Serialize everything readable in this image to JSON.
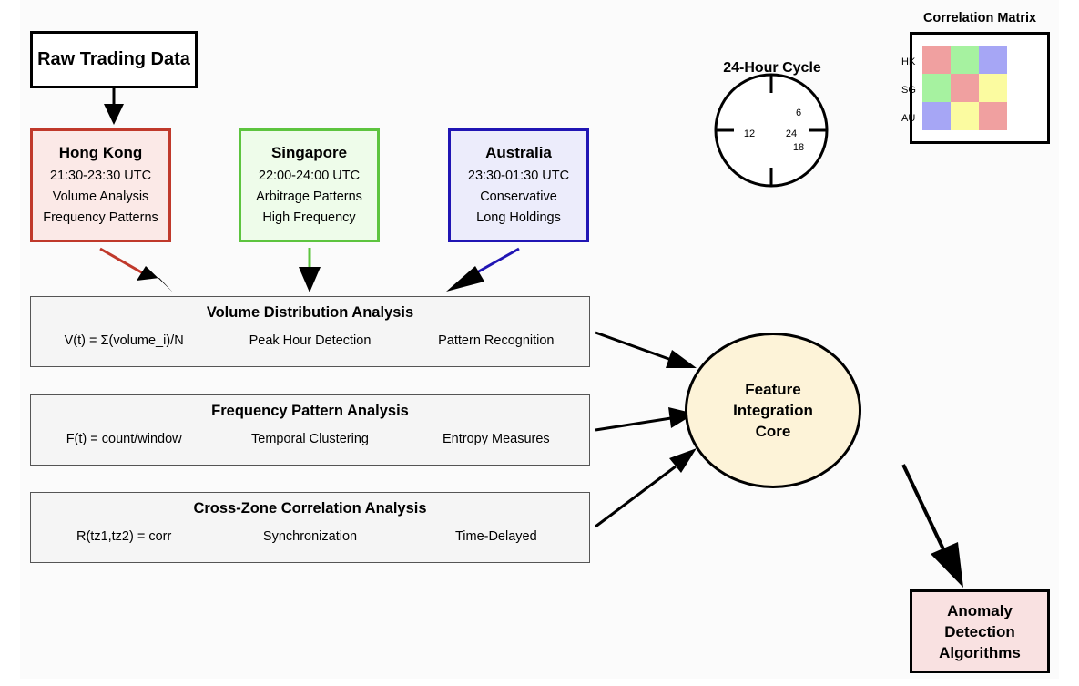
{
  "raw": {
    "label": "Raw Trading Data"
  },
  "regions": [
    {
      "name": "Hong Kong",
      "time": "21:30-23:30 UTC",
      "line1": "Volume Analysis",
      "line2": "Frequency Patterns"
    },
    {
      "name": "Singapore",
      "time": "22:00-24:00 UTC",
      "line1": "Arbitrage Patterns",
      "line2": "High Frequency"
    },
    {
      "name": "Australia",
      "time": "23:30-01:30 UTC",
      "line1": "Conservative",
      "line2": "Long Holdings"
    }
  ],
  "analyses": [
    {
      "title": "Volume Distribution Analysis",
      "c1": "V(t) = Σ(volume_i)/N",
      "c2": "Peak Hour Detection",
      "c3": "Pattern Recognition"
    },
    {
      "title": "Frequency Pattern Analysis",
      "c1": "F(t) = count/window",
      "c2": "Temporal Clustering",
      "c3": "Entropy Measures"
    },
    {
      "title": "Cross-Zone Correlation Analysis",
      "c1": "R(tz1,tz2) = corr",
      "c2": "Synchronization",
      "c3": "Time-Delayed"
    }
  ],
  "core": {
    "line1": "Feature",
    "line2": "Integration",
    "line3": "Core"
  },
  "anomaly": {
    "line1": "Anomaly",
    "line2": "Detection",
    "line3": "Algorithms"
  },
  "clock": {
    "title": "24-Hour Cycle",
    "labels": [
      "6",
      "12",
      "24",
      "18"
    ]
  },
  "matrix": {
    "title": "Correlation Matrix",
    "rows": [
      "HK",
      "SG",
      "AU"
    ],
    "colors": [
      [
        "#f0a0a0",
        "#a6f2a0",
        "#a6a6f5"
      ],
      [
        "#a6f2a0",
        "#f0a0a0",
        "#fbfba0"
      ],
      [
        "#a6a6f5",
        "#fbfba0",
        "#f0a0a0"
      ]
    ]
  },
  "colors": {
    "hk": "#c0392b",
    "sg": "#5dc43f",
    "au": "#2015b4"
  }
}
